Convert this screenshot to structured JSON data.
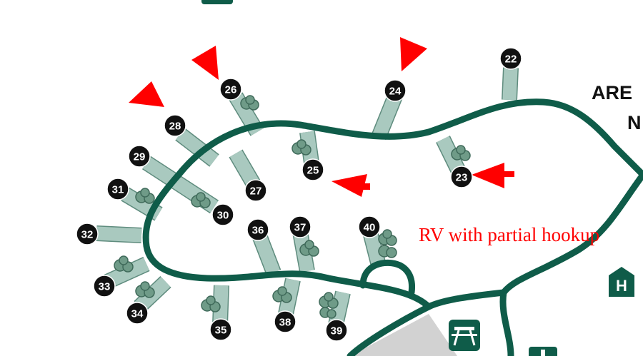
{
  "map": {
    "area_label_line1": "ARE",
    "area_label_line2": "N",
    "rv_note": "RV with partial hookup",
    "hospital_letter": "H",
    "colors": {
      "road": "#0f5c49",
      "spur": "#a9c9bf",
      "spur_edge": "#5f8c7e",
      "tree": "#6f9b88",
      "tree_edge": "#3f6a5a",
      "site_marker": "#111111",
      "arrow": "#ff0000",
      "note_text": "#ff0000",
      "paved_area": "#d2d2d2"
    },
    "icons": [
      "picnic-table-icon",
      "hospital-icon",
      "restroom-icon",
      "direction-arrow-icon",
      "tree-icon"
    ],
    "sites": [
      {
        "number": "22"
      },
      {
        "number": "23"
      },
      {
        "number": "24"
      },
      {
        "number": "25"
      },
      {
        "number": "26"
      },
      {
        "number": "27"
      },
      {
        "number": "28"
      },
      {
        "number": "29"
      },
      {
        "number": "30"
      },
      {
        "number": "31"
      },
      {
        "number": "32"
      },
      {
        "number": "33"
      },
      {
        "number": "34"
      },
      {
        "number": "35"
      },
      {
        "number": "36"
      },
      {
        "number": "37"
      },
      {
        "number": "38"
      },
      {
        "number": "39"
      },
      {
        "number": "40"
      }
    ]
  }
}
